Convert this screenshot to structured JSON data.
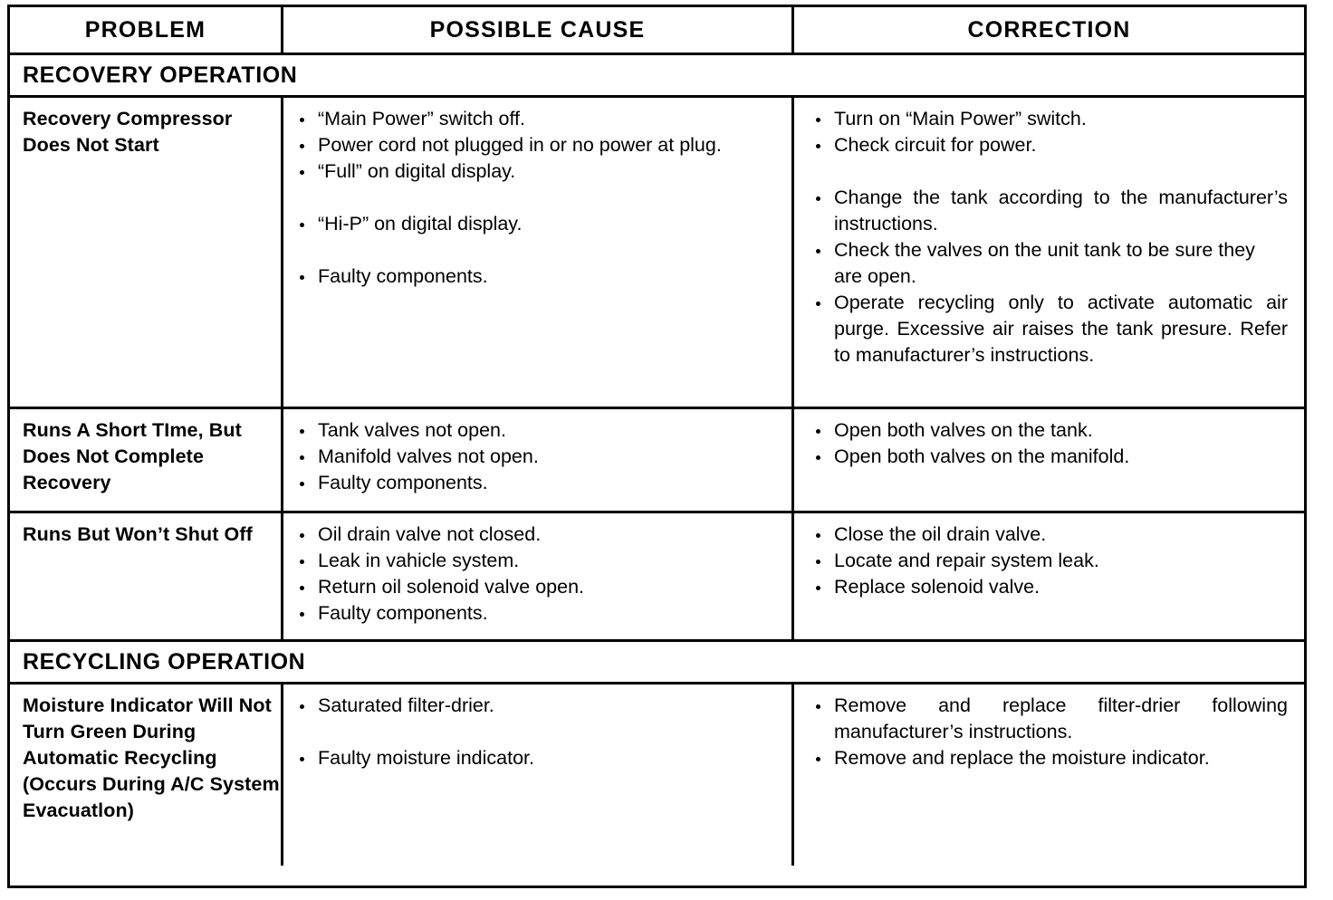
{
  "table": {
    "columns": [
      {
        "label": "PROBLEM"
      },
      {
        "label": "POSSIBLE CAUSE"
      },
      {
        "label": "CORRECTION"
      }
    ],
    "sections": [
      {
        "title": "RECOVERY OPERATION",
        "rows": [
          {
            "problem": "Recovery Compressor Does Not Start",
            "causes": [
              "“Main Power” switch off.",
              "Power cord not plugged in or no power at plug.",
              "“Full” on digital display.",
              "“Hi-P” on digital display.",
              "Faulty components."
            ],
            "corrections": [
              "Turn on “Main Power” switch.",
              "Check circuit for power.",
              "Change the tank according to the manufacturer’s instructions.",
              "Check the valves on the unit tank to be sure they are open.",
              "Operate recycling only to activate automatic air purge. Excessive air raises the tank presure. Refer to manufacturer’s instructions."
            ]
          },
          {
            "problem": "Runs A Short TIme, But Does Not Complete Recovery",
            "causes": [
              "Tank valves not open.",
              "Manifold valves not open.",
              "Faulty components."
            ],
            "corrections": [
              "Open both valves on the tank.",
              "Open both valves on the manifold."
            ]
          },
          {
            "problem": "Runs But Won’t Shut Off",
            "causes": [
              "Oil drain valve not closed.",
              "Leak in vahicle system.",
              "Return oil solenoid valve open.",
              "Faulty components."
            ],
            "corrections": [
              "Close the oil drain valve.",
              "Locate and repair system leak.",
              "Replace solenoid valve."
            ]
          }
        ]
      },
      {
        "title": "RECYCLING OPERATION",
        "rows": [
          {
            "problem": "Moisture Indicator Will Not Turn Green During Automatic Recycling (Occurs During A/C System Evacuatlon)",
            "causes": [
              "Saturated filter-drier.",
              "Faulty moisture indicator."
            ],
            "corrections": [
              "Remove and replace filter-drier following manufacturer’s instructions.",
              "Remove and replace the moisture indicator."
            ]
          }
        ]
      }
    ]
  }
}
